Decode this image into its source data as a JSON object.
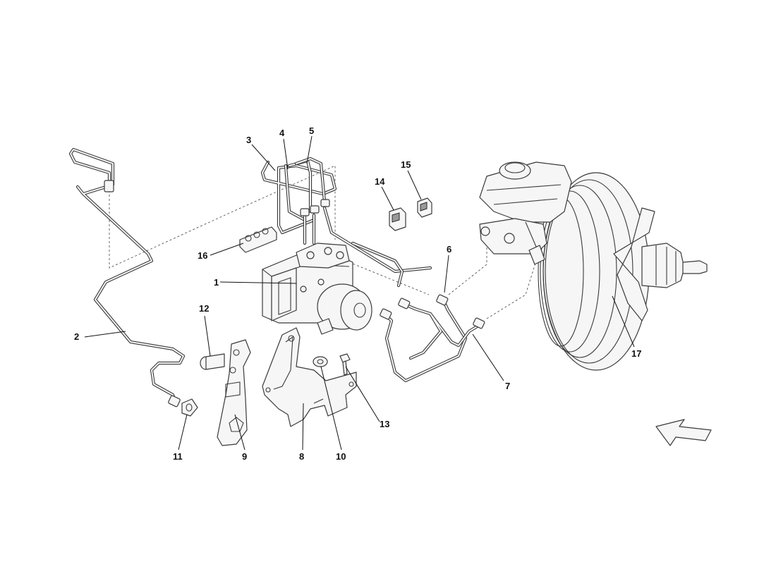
{
  "callouts": [
    {
      "id": "1",
      "text": "1"
    },
    {
      "id": "2",
      "text": "2"
    },
    {
      "id": "3",
      "text": "3"
    },
    {
      "id": "4",
      "text": "4"
    },
    {
      "id": "5",
      "text": "5"
    },
    {
      "id": "6",
      "text": "6"
    },
    {
      "id": "7",
      "text": "7"
    },
    {
      "id": "8",
      "text": "8"
    },
    {
      "id": "9",
      "text": "9"
    },
    {
      "id": "10",
      "text": "10"
    },
    {
      "id": "11",
      "text": "11"
    },
    {
      "id": "12",
      "text": "12"
    },
    {
      "id": "13",
      "text": "13"
    },
    {
      "id": "14",
      "text": "14"
    },
    {
      "id": "15",
      "text": "15"
    },
    {
      "id": "16",
      "text": "16"
    },
    {
      "id": "17",
      "text": "17"
    }
  ],
  "orientation_icon": "direction-arrow-icon",
  "line_color": "#3a3a3a",
  "background": "#ffffff"
}
